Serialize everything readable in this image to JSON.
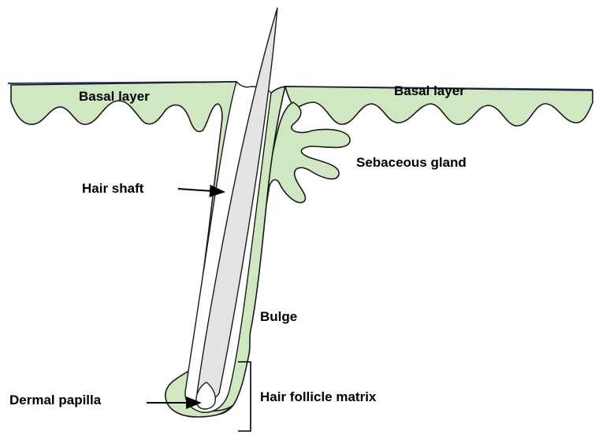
{
  "labels": {
    "basal_layer_left": "Basal layer",
    "basal_layer_right": "Basal layer",
    "sebaceous_gland": "Sebaceous gland",
    "hair_shaft": "Hair shaft",
    "bulge": "Bulge",
    "dermal_papilla": "Dermal papilla",
    "hair_follicle_matrix": "Hair follicle matrix"
  },
  "colors": {
    "epithelium": "#cfe8c2",
    "hair_shaft": "#e3e3e3",
    "outline": "#1a1a1a",
    "surface_line": "#2a3a8a"
  }
}
